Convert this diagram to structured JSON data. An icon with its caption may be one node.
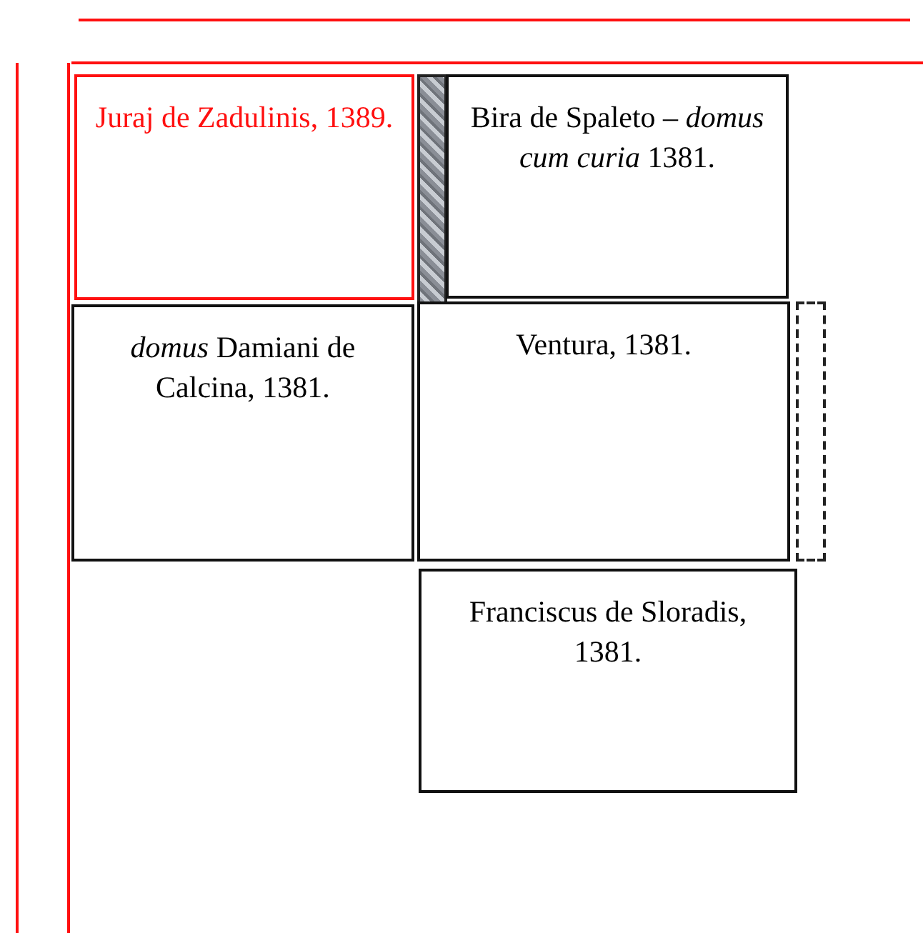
{
  "diagram": {
    "nodes": [
      {
        "text": [
          "Juraj de Zadulinis, 1389."
        ]
      },
      {
        "text": [],
        "shape": "bar"
      },
      {
        "text": [
          "Bira de Spaleto – *domus cum curia* 1381."
        ]
      },
      {
        "text": [
          "*domus* Damiani de Calcina, 1381."
        ]
      },
      {
        "text": [
          "Ventura, 1381."
        ]
      },
      {
        "text": [],
        "shape": "box"
      },
      {
        "text": [
          "Franciscus de Sloradis, 1381."
        ]
      }
    ]
  }
}
